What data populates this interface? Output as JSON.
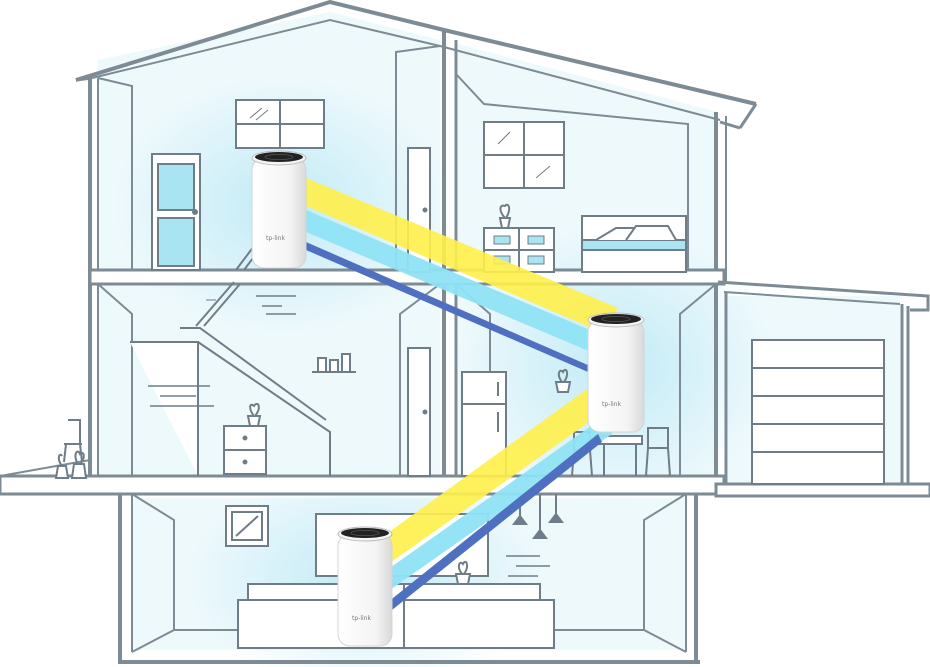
{
  "colors": {
    "wall": "#7d8b95",
    "room_fill": "#eaf7fb",
    "glow": "#bfeaf6",
    "link_yellow": "#fff04a",
    "link_cyan": "#8fe3f5",
    "link_blue": "#4f6fc0",
    "node_body": "#ffffff",
    "node_top": "#222222"
  },
  "mesh_nodes": [
    {
      "name": "node-top-left",
      "brand": "tp-link",
      "location": "upper floor"
    },
    {
      "name": "node-middle-right",
      "brand": "tp-link",
      "location": "ground floor"
    },
    {
      "name": "node-basement",
      "brand": "tp-link",
      "location": "basement"
    }
  ],
  "links": [
    {
      "from": "node-top-left",
      "to": "node-middle-right"
    },
    {
      "from": "node-middle-right",
      "to": "node-basement"
    }
  ],
  "icons": [
    "house-icon",
    "garage-door-icon",
    "window-icon",
    "door-icon",
    "staircase-icon",
    "bed-icon",
    "dresser-icon",
    "fridge-icon",
    "dining-table-icon",
    "sofa-icon",
    "plant-icon",
    "chair-icon",
    "pendant-lamp-icon",
    "picture-frame-icon",
    "brick-wall-icon",
    "shelf-icon"
  ]
}
